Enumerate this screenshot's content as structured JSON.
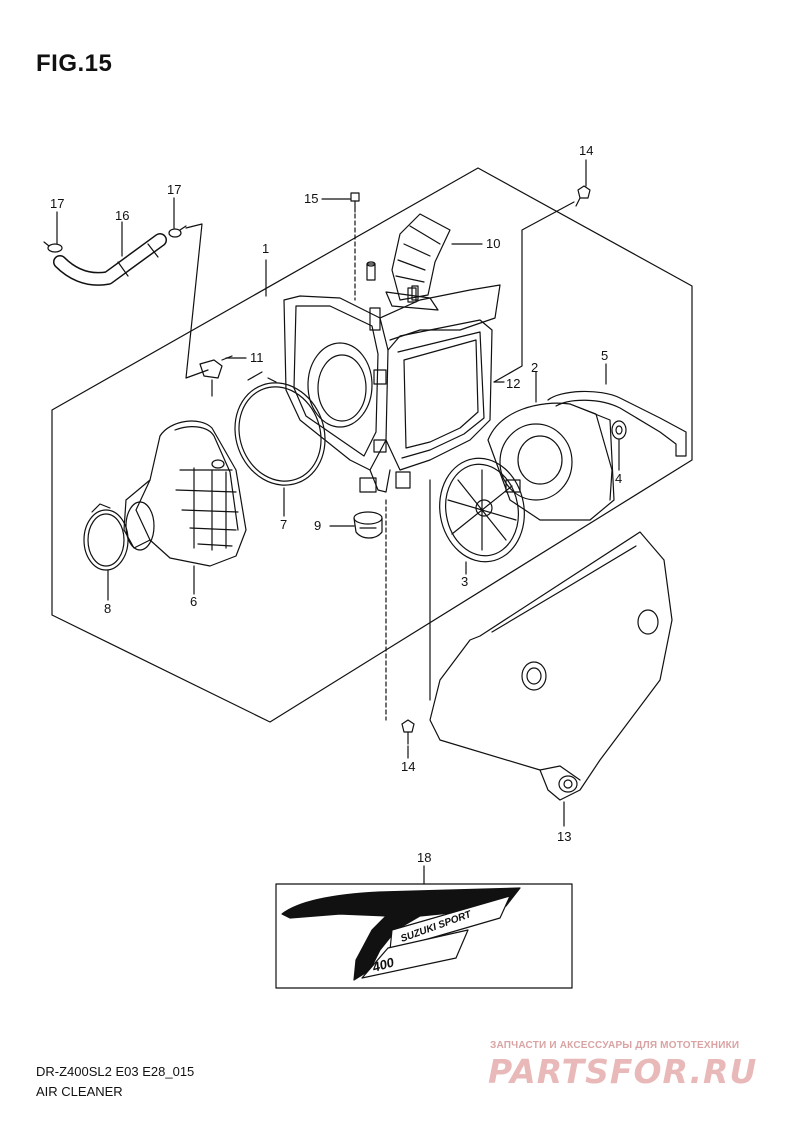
{
  "figure": {
    "title": "FIG.15",
    "model_code": "DR-Z400SL2 E03 E28_015",
    "section_name": "AIR CLEANER"
  },
  "callouts": [
    {
      "id": "c17a",
      "label": "17"
    },
    {
      "id": "c16",
      "label": "16"
    },
    {
      "id": "c17b",
      "label": "17"
    },
    {
      "id": "c15",
      "label": "15"
    },
    {
      "id": "c14a",
      "label": "14"
    },
    {
      "id": "c10",
      "label": "10"
    },
    {
      "id": "c1",
      "label": "1"
    },
    {
      "id": "c11",
      "label": "11"
    },
    {
      "id": "c12",
      "label": "12"
    },
    {
      "id": "c2",
      "label": "2"
    },
    {
      "id": "c5",
      "label": "5"
    },
    {
      "id": "c4",
      "label": "4"
    },
    {
      "id": "c7",
      "label": "7"
    },
    {
      "id": "c9",
      "label": "9"
    },
    {
      "id": "c3",
      "label": "3"
    },
    {
      "id": "c8",
      "label": "8"
    },
    {
      "id": "c6",
      "label": "6"
    },
    {
      "id": "c14b",
      "label": "14"
    },
    {
      "id": "c13",
      "label": "13"
    },
    {
      "id": "c18",
      "label": "18"
    }
  ],
  "decal": {
    "text_upper": "SUZUKI SPORT",
    "text_lower": "400"
  },
  "watermark": {
    "tagline": "ЗАПЧАСТИ И АКСЕССУАРЫ ДЛЯ МОТОТЕХНИКИ",
    "logo": "PARTSFOR.RU",
    "color": "#e9b9b9"
  }
}
